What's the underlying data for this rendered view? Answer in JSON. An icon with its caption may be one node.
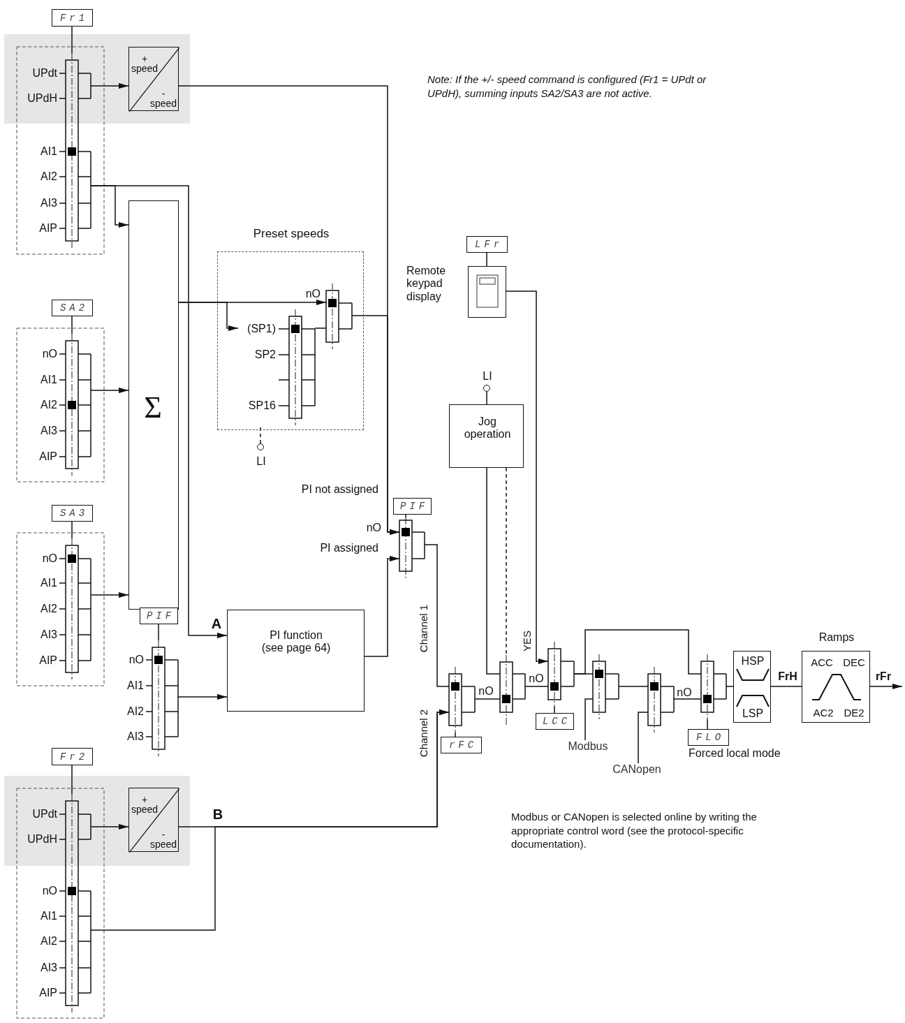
{
  "diagram": {
    "nodes": [
      {
        "text": [
          "Fr1"
        ]
      },
      {
        "text": [],
        "shape": "bar",
        "beside": [
          "UPdt",
          "UPdH",
          "AI1",
          "AI2",
          "AI3",
          "AIP"
        ]
      },
      {
        "text": [
          "+ speed",
          "- speed"
        ]
      },
      {
        "text": [
          "Σ"
        ]
      },
      {
        "text": [
          "SA2"
        ]
      },
      {
        "text": [],
        "shape": "bar",
        "beside": [
          "nO",
          "AI1",
          "AI2",
          "AI3",
          "AIP"
        ]
      },
      {
        "text": [
          "SA3"
        ]
      },
      {
        "text": [],
        "shape": "bar",
        "beside": [
          "nO",
          "AI1",
          "AI2",
          "AI3",
          "AIP"
        ]
      },
      {
        "text": [
          "Preset speeds"
        ]
      },
      {
        "text": [],
        "shape": "bar",
        "in": 8,
        "beside": [
          "(SP1)",
          "SP2",
          "SP16"
        ]
      },
      {
        "text": [],
        "shape": "bar",
        "in": 8,
        "beside": [
          "nO"
        ]
      },
      {
        "text": [],
        "shape": "circle",
        "beside": [
          "LI"
        ]
      },
      {
        "text": [
          "PI function (see page 64)"
        ]
      },
      {
        "text": [
          "PIF"
        ]
      },
      {
        "text": [],
        "shape": "bar",
        "beside": [
          "nO",
          "AI1",
          "AI2",
          "AI3"
        ]
      },
      {
        "text": [
          "Fr2"
        ]
      },
      {
        "text": [],
        "shape": "bar",
        "beside": [
          "UPdt",
          "UPdH",
          "nO",
          "AI1",
          "AI2",
          "AI3",
          "AIP"
        ]
      },
      {
        "text": [
          "+ speed",
          "- speed"
        ]
      },
      {
        "text": [
          "PIF"
        ]
      },
      {
        "text": [],
        "shape": "bar",
        "beside": [
          "nO"
        ]
      },
      {
        "text": [
          "LFr"
        ]
      },
      {
        "text": [],
        "shape": "box",
        "beside": [
          "Remote keypad display"
        ]
      },
      {
        "text": [],
        "shape": "circle",
        "beside": [
          "LI"
        ]
      },
      {
        "text": [
          "Jog operation"
        ]
      },
      {
        "text": [
          "rFC"
        ]
      },
      {
        "text": [],
        "shape": "bar"
      },
      {
        "text": [],
        "shape": "bar",
        "beside": [
          "nO"
        ]
      },
      {
        "text": [],
        "shape": "bar",
        "beside": [
          "nO"
        ]
      },
      {
        "text": [
          "LCC"
        ]
      },
      {
        "text": [],
        "shape": "bar"
      },
      {
        "text": [],
        "shape": "bar"
      },
      {
        "text": [],
        "shape": "bar",
        "beside": [
          "nO"
        ]
      },
      {
        "text": [
          "FLO"
        ],
        "beside": [
          "Forced local mode"
        ]
      },
      {
        "text": [
          "HSP",
          "LSP"
        ]
      },
      {
        "text": [
          "ACC",
          "DEC",
          "AC2",
          "DE2"
        ],
        "beside": [
          "Ramps"
        ]
      },
      {
        "text": [
          "Modbus"
        ]
      },
      {
        "text": [
          "CANopen"
        ]
      }
    ],
    "edges": [
      {
        "from": 0,
        "to": 1,
        "arrow": "none"
      },
      {
        "from": 1,
        "to": 2,
        "arrow": "to"
      },
      {
        "from": 2,
        "to": 19,
        "arrow": "to"
      },
      {
        "from": 1,
        "to": 3,
        "arrow": "to"
      },
      {
        "from": 1,
        "to": 12,
        "arrow": "to",
        "label": "A"
      },
      {
        "from": 4,
        "to": 5,
        "arrow": "none"
      },
      {
        "from": 5,
        "to": 3,
        "arrow": "to"
      },
      {
        "from": 6,
        "to": 7,
        "arrow": "none"
      },
      {
        "from": 7,
        "to": 3,
        "arrow": "to"
      },
      {
        "from": 3,
        "to": 10,
        "arrow": "to"
      },
      {
        "from": 3,
        "to": 9,
        "arrow": "to"
      },
      {
        "from": 9,
        "to": 10,
        "arrow": "none"
      },
      {
        "from": 11,
        "to": 9,
        "arrow": "none",
        "style": "dashed"
      },
      {
        "from": 10,
        "to": 19,
        "arrow": "to"
      },
      {
        "from": 13,
        "to": 14,
        "arrow": "none"
      },
      {
        "from": 14,
        "to": 12,
        "arrow": "to"
      },
      {
        "from": 12,
        "to": 19,
        "arrow": "to"
      },
      {
        "from": 15,
        "to": 16,
        "arrow": "none"
      },
      {
        "from": 16,
        "to": 17,
        "arrow": "to"
      },
      {
        "from": 17,
        "to": 25,
        "arrow": "to",
        "label": "B"
      },
      {
        "from": 16,
        "to": 25,
        "arrow": "to"
      },
      {
        "from": 18,
        "to": 19,
        "arrow": "none"
      },
      {
        "from": 19,
        "to": 25,
        "arrow": "none"
      },
      {
        "from": 24,
        "to": 25,
        "arrow": "none"
      },
      {
        "from": 20,
        "to": 21,
        "arrow": "none"
      },
      {
        "from": 21,
        "to": 27,
        "arrow": "to"
      },
      {
        "from": 22,
        "to": 23,
        "arrow": "none"
      },
      {
        "from": 23,
        "to": 26,
        "arrow": "none"
      },
      {
        "from": 25,
        "to": 26,
        "arrow": "none"
      },
      {
        "from": 26,
        "to": 27,
        "arrow": "none"
      },
      {
        "from": 28,
        "to": 27,
        "arrow": "none"
      },
      {
        "from": 27,
        "to": 29,
        "arrow": "none"
      },
      {
        "from": 27,
        "to": 31,
        "arrow": "none"
      },
      {
        "from": 29,
        "to": 30,
        "arrow": "none"
      },
      {
        "from": 30,
        "to": 31,
        "arrow": "none"
      },
      {
        "from": 32,
        "to": 31,
        "arrow": "none"
      },
      {
        "from": 35,
        "to": 29,
        "arrow": "none"
      },
      {
        "from": 36,
        "to": 30,
        "arrow": "none"
      },
      {
        "from": 31,
        "to": 33,
        "arrow": "none"
      },
      {
        "from": 33,
        "to": 34,
        "arrow": "none",
        "label": "FrH"
      },
      {
        "from": 34,
        "to": null,
        "arrow": "to",
        "label": "rFr"
      },
      {
        "from": 23,
        "to": 26,
        "arrow": "none",
        "style": "dashed"
      }
    ],
    "labels": [
      "Note: If the +/- speed command is configured (Fr1 = UPdt or UPdH), summing inputs SA2/SA3 are not active.",
      "PI not assigned",
      "PI assigned",
      "Channel 1",
      "YES",
      "Channel 2",
      "Modbus or CANopen is selected online by writing the appropriate control word (see the protocol-specific documentation)."
    ]
  }
}
